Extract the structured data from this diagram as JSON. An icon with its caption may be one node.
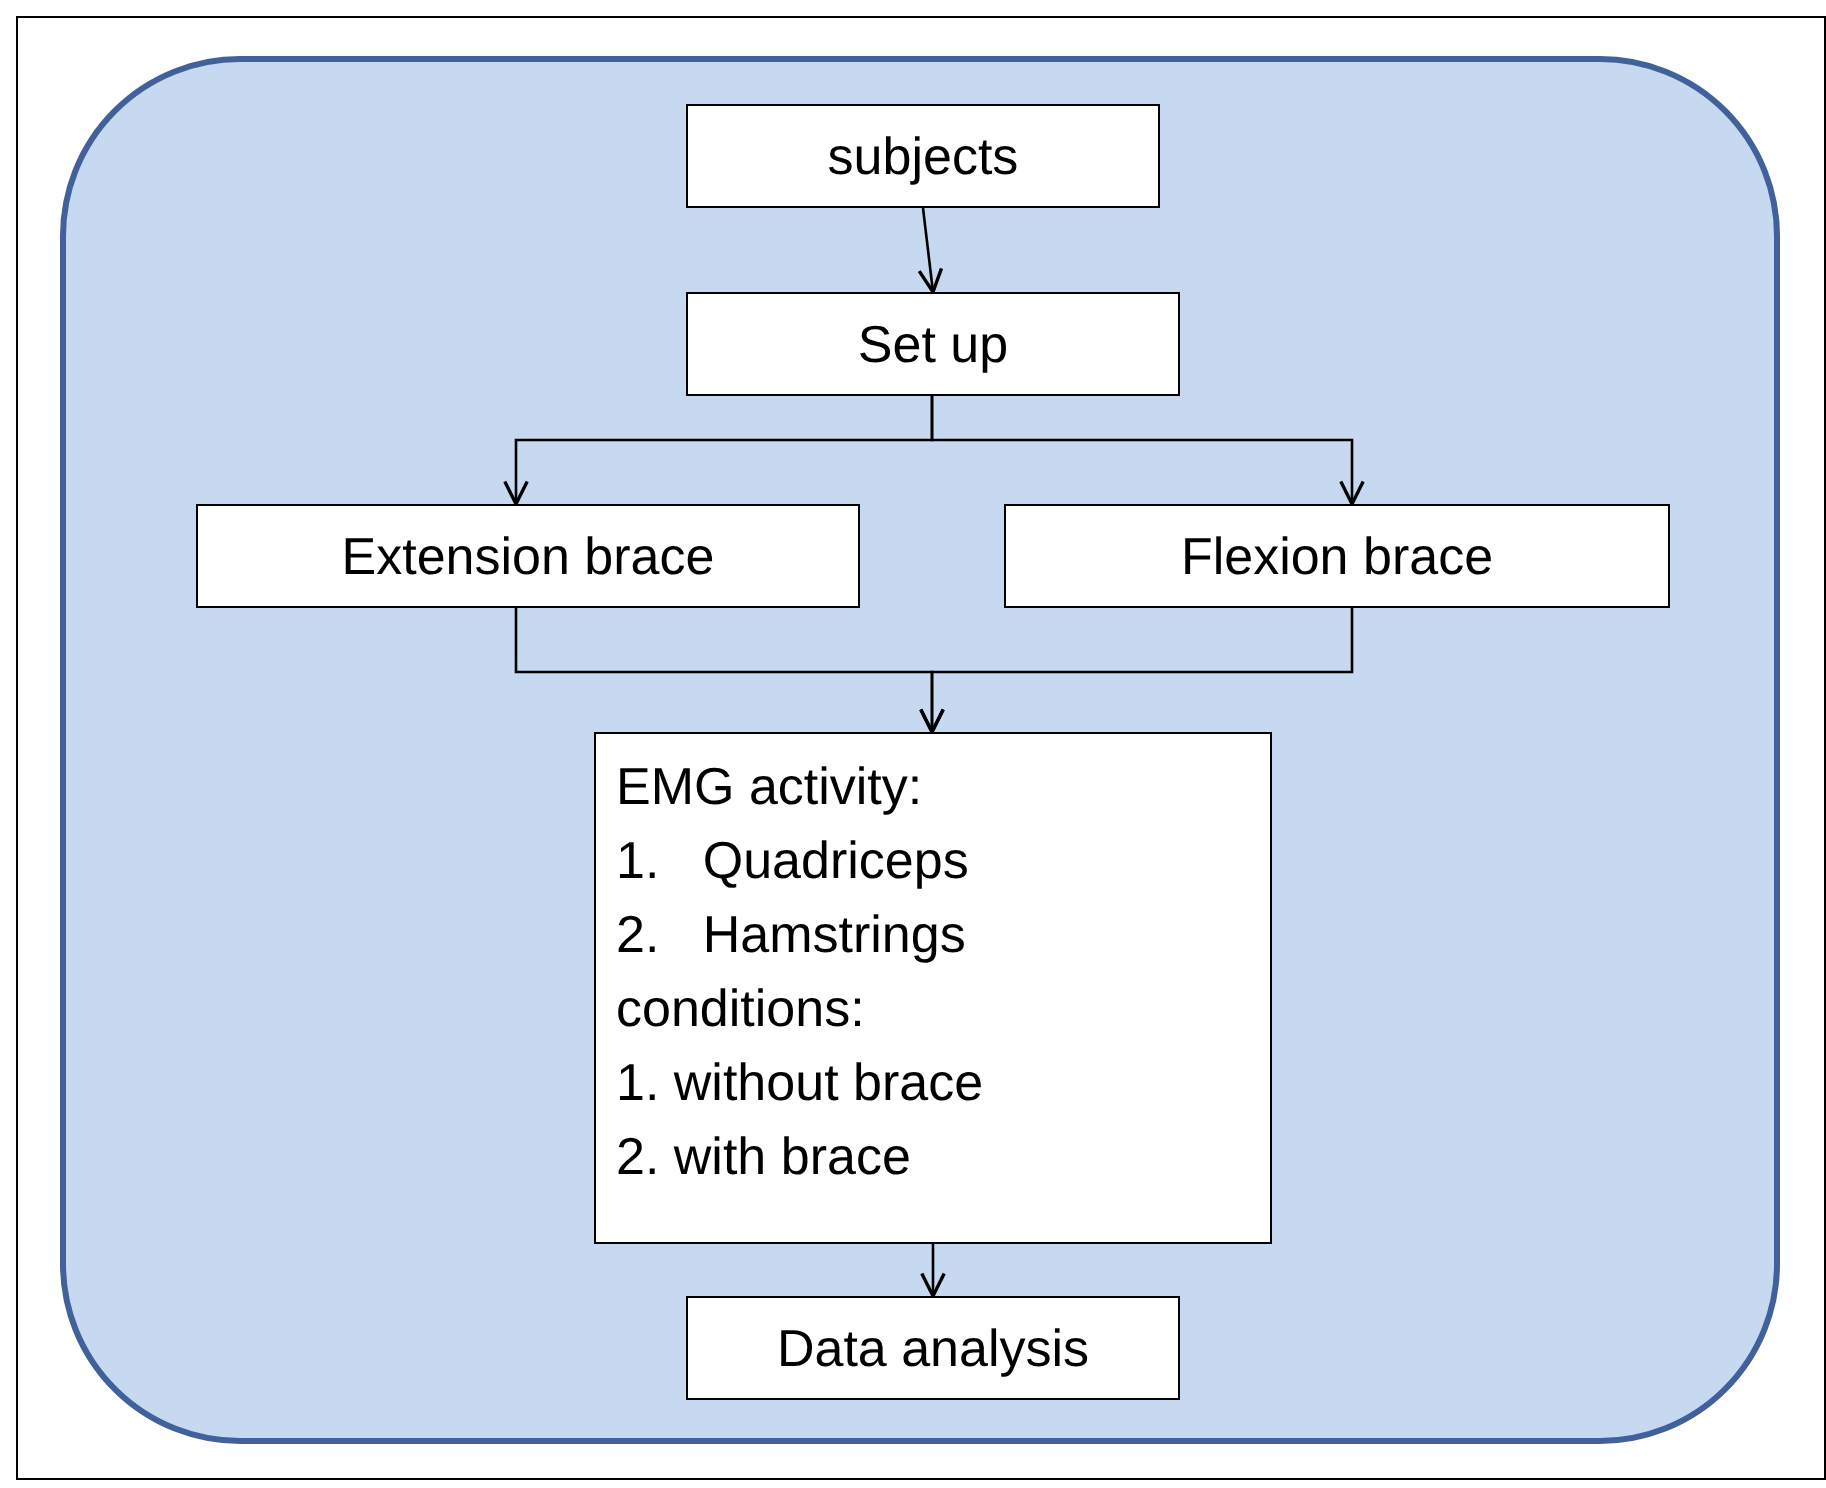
{
  "diagram": {
    "nodes": [
      {
        "text": [],
        "shape": "box"
      },
      {
        "text": [
          "subjects"
        ],
        "in": 0
      },
      {
        "text": [
          "Set up"
        ],
        "in": 0
      },
      {
        "text": [
          "Extension brace"
        ],
        "in": 0
      },
      {
        "text": [
          "Flexion brace"
        ],
        "in": 0
      },
      {
        "text": [
          "EMG activity:",
          "1.   Quadriceps",
          "2.   Hamstrings",
          "conditions:",
          "1. without brace",
          "2. with brace"
        ],
        "in": 0
      },
      {
        "text": [
          "Data analysis"
        ],
        "in": 0
      }
    ],
    "edges": [
      {
        "from": 1,
        "to": 2,
        "arrow": "to"
      },
      {
        "from": 2,
        "to": 3,
        "arrow": "to"
      },
      {
        "from": 2,
        "to": 4,
        "arrow": "to"
      },
      {
        "from": 3,
        "to": 5,
        "arrow": "to"
      },
      {
        "from": 4,
        "to": 5,
        "arrow": "to"
      },
      {
        "from": 5,
        "to": 6,
        "arrow": "to"
      }
    ]
  }
}
